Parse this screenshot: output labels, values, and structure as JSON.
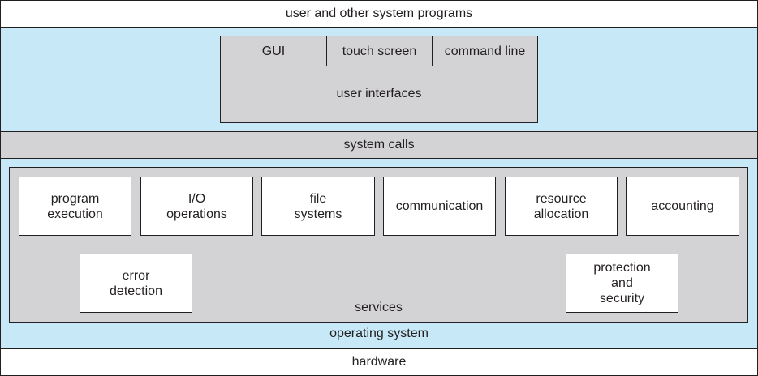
{
  "colors": {
    "light_blue": "#c6e8f7",
    "gray": "#d3d2d4",
    "white": "#ffffff",
    "border": "#231f20"
  },
  "layers": {
    "top": "user and other system programs",
    "operating_system": "operating system",
    "hardware": "hardware",
    "system_calls": "system calls"
  },
  "user_interfaces": {
    "tabs": [
      "GUI",
      "touch screen",
      "command line"
    ],
    "label": "user interfaces"
  },
  "services": {
    "label": "services",
    "row": [
      [
        "program",
        "execution"
      ],
      [
        "I/O",
        "operations"
      ],
      [
        "file",
        "systems"
      ],
      [
        "communication"
      ],
      [
        "resource",
        "allocation"
      ],
      [
        "accounting"
      ]
    ],
    "error_detection": [
      "error",
      "detection"
    ],
    "protection_security": [
      "protection",
      "and",
      "security"
    ]
  }
}
